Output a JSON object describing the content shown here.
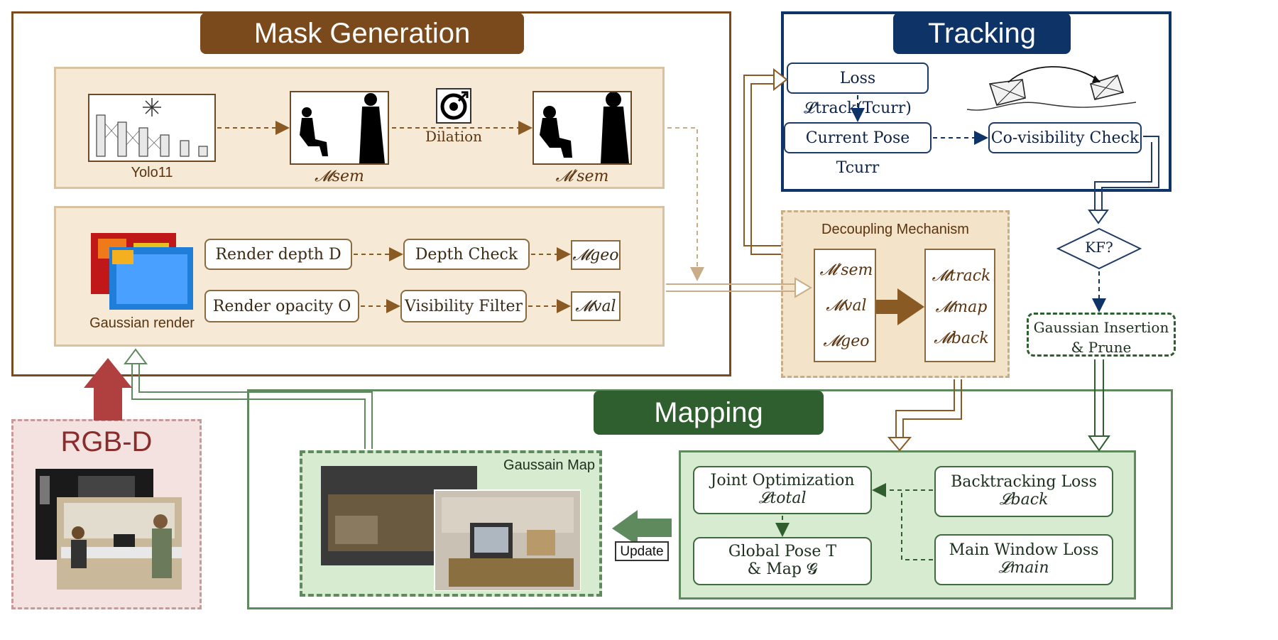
{
  "sections": {
    "mask_generation": "Mask Generation",
    "tracking": "Tracking",
    "mapping": "Mapping",
    "rgbd": "RGB-D"
  },
  "mask": {
    "yolo_label": "Yolo11",
    "msem_label": "𝓜sem",
    "dilation_label": "Dilation",
    "msem_prime_label": "𝓜′sem",
    "gaussian_render_label": "Gaussian render",
    "render_depth": "Render depth D",
    "depth_check": "Depth Check",
    "mgeo": "𝓜geo",
    "render_opacity": "Render opacity O",
    "visibility_filter": "Visibility Filter",
    "mval": "𝓜val"
  },
  "decoupling": {
    "title": "Decoupling Mechanism",
    "left": [
      "𝓜′sem",
      "𝓜val",
      "𝓜geo"
    ],
    "right": [
      "𝓜track",
      "𝓜map",
      "𝓜back"
    ]
  },
  "tracking": {
    "loss": "Loss  𝓛track(Tcurr)",
    "current_pose": "Current Pose  Tcurr",
    "covisibility": "Co-visibility Check",
    "kf": "KF?",
    "gaussian_insertion": "Gaussian Insertion & Prune"
  },
  "mapping": {
    "gaussian_map": "Gaussain Map",
    "update": "Update",
    "joint_opt_title": "Joint Optimization",
    "joint_opt_sub": "𝓛total",
    "global_pose_title": "Global Pose T",
    "global_pose_sub": "& Map 𝓖",
    "backtracking_title": "Backtracking Loss",
    "backtracking_sub": "𝓛back",
    "main_window_title": "Main Window Loss",
    "main_window_sub": "𝓛main"
  },
  "colors": {
    "mask_brown": "#7b4a1c",
    "tracking_navy": "#0e3366",
    "mapping_green": "#2f5e2f",
    "rgbd_red": "#8b2c2c"
  }
}
